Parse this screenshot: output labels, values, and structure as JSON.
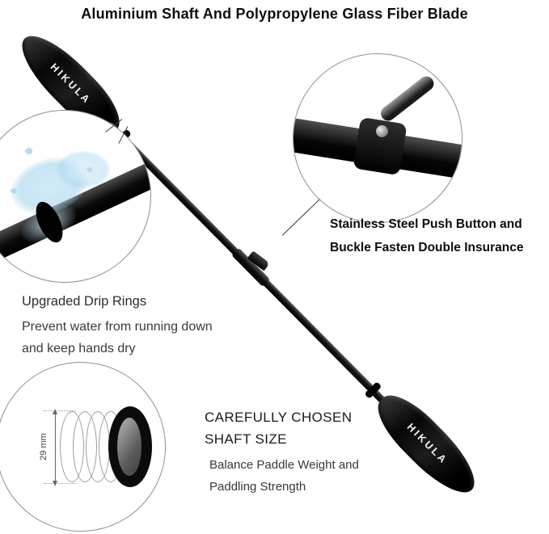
{
  "title": "Aluminium Shaft And Polypropylene Glass Fiber Blade",
  "brand": "HIKULA",
  "callouts": {
    "push_button": {
      "line1": "Stainless Steel Push Button and",
      "line2": "Buckle Fasten Double Insurance"
    },
    "drip_rings": {
      "heading": "Upgraded Drip Rings",
      "line1": "Prevent water from running down",
      "line2": "and keep hands dry"
    },
    "shaft_size": {
      "heading1": "CAREFULLY CHOSEN",
      "heading2": "SHAFT SIZE",
      "line1": "Balance Paddle Weight and",
      "line2": "Paddling Strength",
      "measurement": "29 mm"
    }
  },
  "colors": {
    "paddle": "#0a0a0a",
    "water": "#bcdcf0",
    "text_dark": "#0e0e0e",
    "text_gray": "#3a3a3a",
    "circle_border": "#8f8f8f"
  }
}
